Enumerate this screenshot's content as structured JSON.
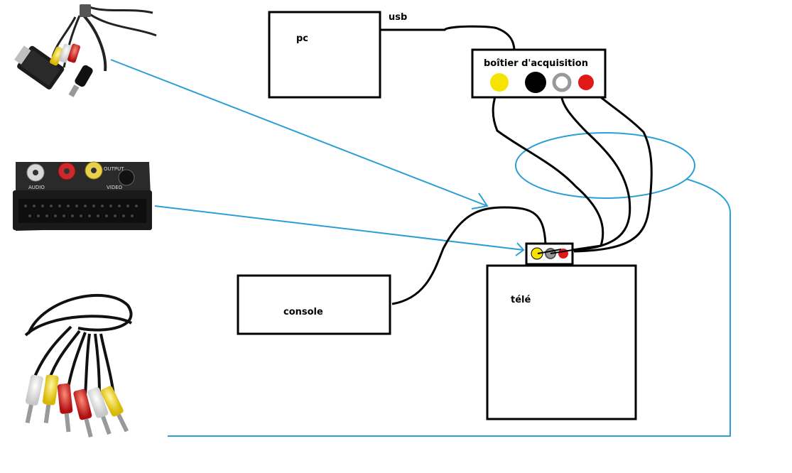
{
  "diagram": {
    "labels": {
      "pc": "pc",
      "usb": "usb",
      "capture_box": "boîtier d'acquisition",
      "console": "console",
      "tv": "télé"
    },
    "adapter_print": {
      "audio": "AUDIO",
      "video": "VIDEO",
      "output": "OUTPUT"
    },
    "colors": {
      "box_stroke": "#000000",
      "wire": "#000000",
      "annotation": "#2a9fd6",
      "rca_yellow": "#f5e400",
      "rca_white": "#b9b9b9",
      "rca_red": "#e01818",
      "svideo_black": "#000000"
    }
  }
}
